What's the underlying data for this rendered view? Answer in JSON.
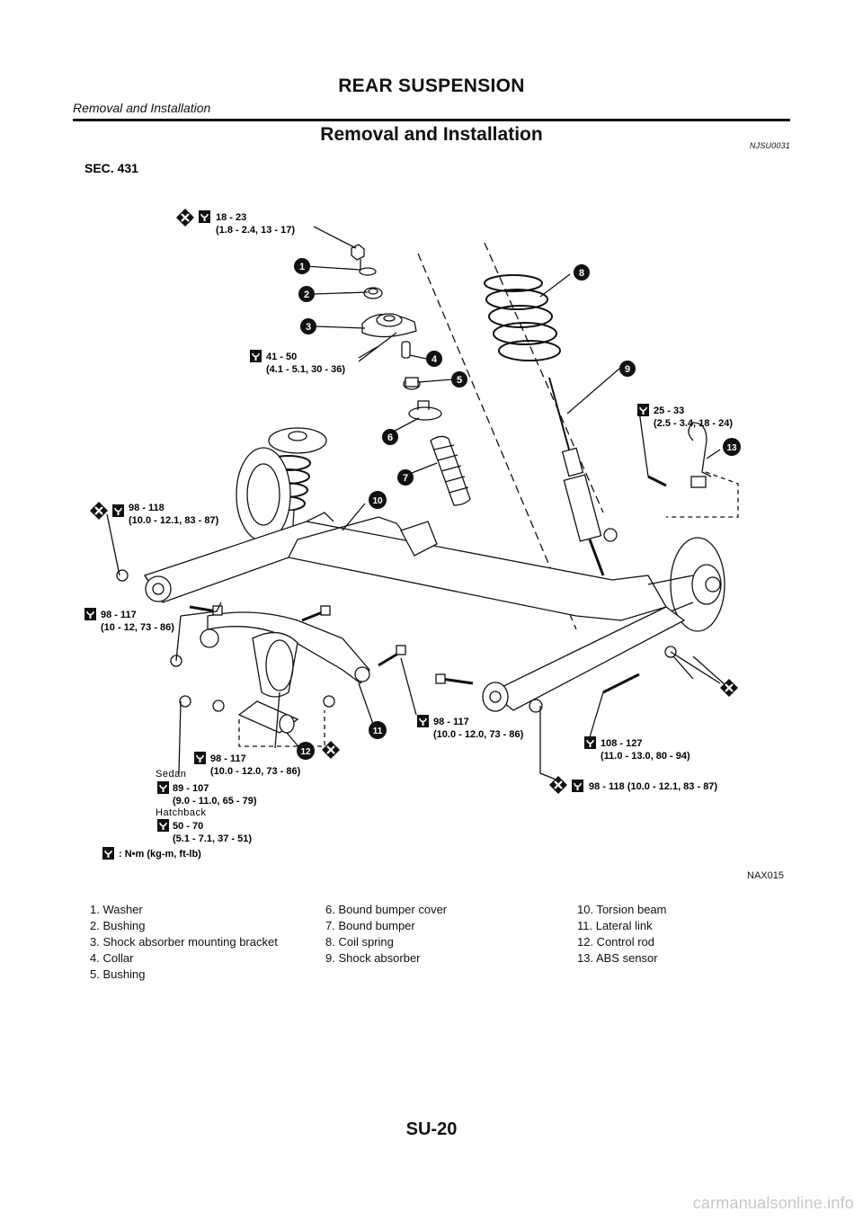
{
  "header": {
    "title": "REAR SUSPENSION",
    "subtitle": "Removal and Installation"
  },
  "page_title": "Removal and Installation",
  "section_code": "NJSU0031",
  "figure": {
    "sec": "SEC. 431",
    "code": "NAX015",
    "torque": {
      "t1": [
        "18 - 23",
        "(1.8 - 2.4, 13 - 17)"
      ],
      "t2": [
        "41 - 50",
        "(4.1 - 5.1, 30 - 36)"
      ],
      "t3": [
        "25 - 33",
        "(2.5 - 3.4, 18 - 24)"
      ],
      "t4": [
        "98 - 118",
        "(10.0 - 12.1, 83 - 87)"
      ],
      "t5": [
        "98 - 117",
        "(10 - 12, 73 - 86)"
      ],
      "t6": [
        "98 - 117",
        "(10.0 - 12.0, 73 - 86)"
      ],
      "t7": [
        "98 - 117",
        "(10.0 - 12.0, 73 - 86)"
      ],
      "t8": [
        "108 - 127",
        "(11.0 - 13.0, 80 - 94)"
      ],
      "t9": "98 - 118 (10.0 - 12.1, 83 - 87)",
      "sedan_label": "Sedan",
      "t10": [
        "89 - 107",
        "(9.0 - 11.0, 65 - 79)"
      ],
      "hatch_label": "Hatchback",
      "t11": [
        "50 - 70",
        "(5.1 - 7.1, 37 - 51)"
      ],
      "unit": ": N•m (kg-m, ft-lb)"
    },
    "callouts": [
      "1",
      "2",
      "3",
      "4",
      "5",
      "6",
      "7",
      "8",
      "9",
      "10",
      "11",
      "12",
      "13"
    ]
  },
  "legend": {
    "col1": [
      "1. Washer",
      "2. Bushing",
      "3. Shock absorber mounting bracket",
      "4. Collar",
      "5. Bushing"
    ],
    "col2": [
      "6. Bound bumper cover",
      "7. Bound bumper",
      "8. Coil spring",
      "9. Shock absorber"
    ],
    "col3": [
      "10. Torsion beam",
      "11. Lateral link",
      "12. Control rod",
      "13. ABS sensor"
    ]
  },
  "footer": "SU-20",
  "watermark": "carmanualsonline.info"
}
